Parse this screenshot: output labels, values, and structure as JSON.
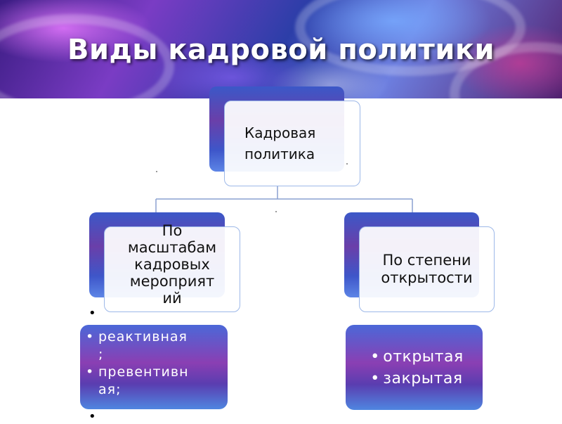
{
  "slide": {
    "title": "Виды кадровой политики"
  },
  "diagram": {
    "root": {
      "label_lines": [
        "Кадровая",
        "политика"
      ]
    },
    "branches": [
      {
        "label_lines": [
          "По",
          "масштабам",
          "кадровых",
          "мероприят",
          "ий"
        ],
        "items": [
          "реактивная",
          ";",
          "превентивн",
          "ая;"
        ]
      },
      {
        "label_lines": [
          "По степени",
          "открытости"
        ],
        "items": [
          "открытая",
          "закрытая"
        ]
      }
    ]
  },
  "colors": {
    "node_back": "#3b58c8",
    "connector": "#8aa0d0",
    "title_text": "#ffffff"
  }
}
